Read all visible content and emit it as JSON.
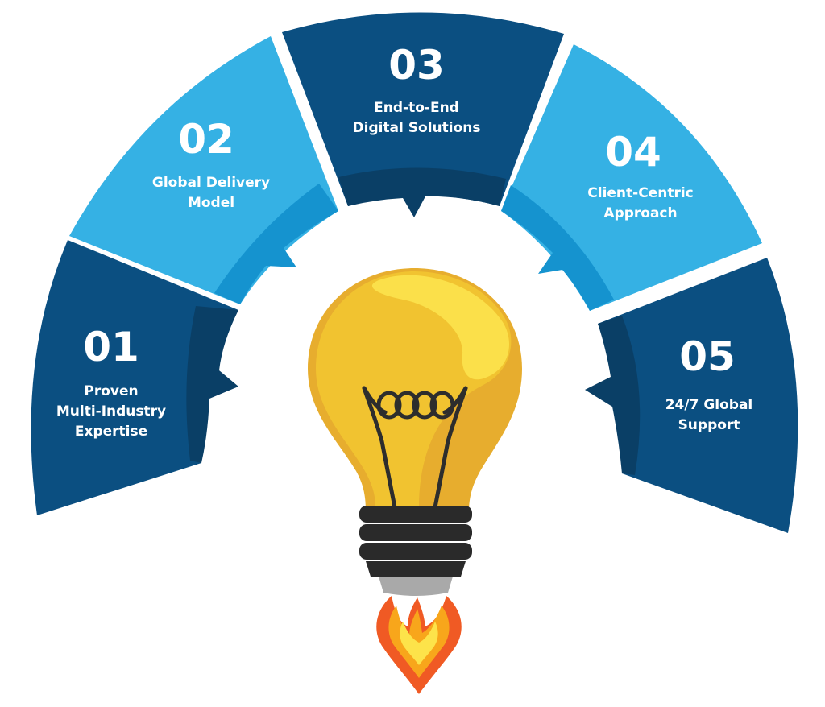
{
  "segments": [
    {
      "number": "01",
      "line1": "Proven",
      "line2": "Multi-Industry",
      "line3": "Expertise"
    },
    {
      "number": "02",
      "line1": "Global Delivery",
      "line2": "Model"
    },
    {
      "number": "03",
      "line1": "End-to-End",
      "line2": "Digital Solutions"
    },
    {
      "number": "04",
      "line1": "Client-Centric",
      "line2": "Approach"
    },
    {
      "number": "05",
      "line1": "24/7 Global",
      "line2": "Support"
    }
  ],
  "colors": {
    "dark_blue": "#0b4f81",
    "dark_blue_inner": "#0a3f66",
    "light_blue": "#35b1e4",
    "light_blue_inner": "#1593cf",
    "bulb_yellow": "#f1c330",
    "bulb_highlight": "#fbe04a",
    "bulb_shadow": "#e3a72b",
    "filament": "#2d2d2d",
    "base_black": "#2a2a2a",
    "base_grey": "#a9a9a9",
    "flame_red": "#f05a24",
    "flame_orange": "#f8a61b",
    "flame_yellow": "#fde34a"
  }
}
